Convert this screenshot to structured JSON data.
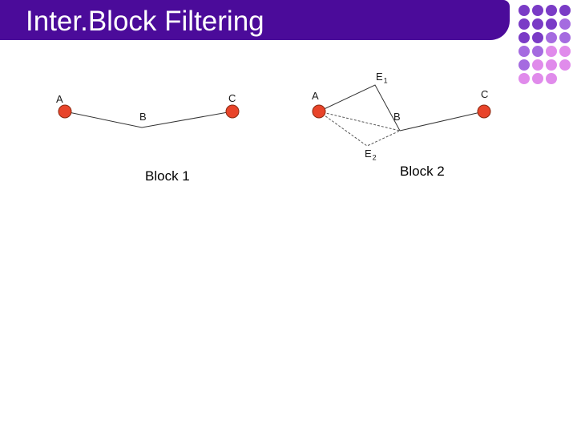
{
  "slide": {
    "title": "Inter.Block Filtering"
  },
  "diagram": {
    "block1": {
      "caption": "Block 1",
      "nodes": {
        "a": "A",
        "b": "B",
        "c": "C"
      }
    },
    "block2": {
      "caption": "Block 2",
      "nodes": {
        "a": "A",
        "b": "B",
        "c": "C"
      },
      "e1": {
        "main": "E",
        "sub": "1"
      },
      "e2": {
        "main": "E",
        "sub": "2"
      }
    }
  },
  "colors": {
    "title_bar": "#4B0B9A",
    "node_fill": "#E8442A",
    "node_stroke": "#8A2A12",
    "dot_dark": "#7A3BC6",
    "dot_medium": "#A56BE0",
    "dot_light": "#E08BEB"
  }
}
